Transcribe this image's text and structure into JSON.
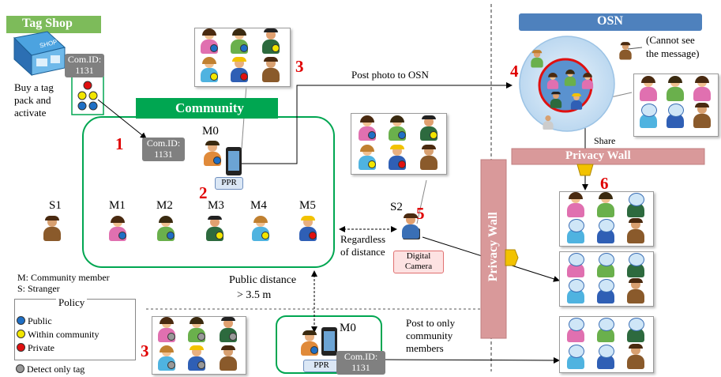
{
  "tag_shop": {
    "title": "Tag Shop",
    "sign_text": "SHOP",
    "com_id_label": "Com.ID:",
    "com_id_value": "1131",
    "caption_lines": [
      "Buy a tag",
      "pack and",
      "activate"
    ]
  },
  "community": {
    "title": "Community",
    "com_id_label": "Com.ID:",
    "com_id_value": "1131",
    "owner": "M0",
    "device_label": "PPR",
    "members": [
      "M1",
      "M2",
      "M3",
      "M4",
      "M5"
    ],
    "stranger": "S1"
  },
  "steps": [
    "1",
    "2",
    "3",
    "4",
    "5",
    "6"
  ],
  "osn": {
    "title": "OSN",
    "cannot_see_lines": [
      "(Cannot see",
      "the message)"
    ],
    "share_label": "Share",
    "privacy_wall_label": "Privacy Wall"
  },
  "arrows": {
    "post_photo": "Post photo to OSN",
    "regardless_lines": [
      "Regardless",
      "of distance"
    ],
    "public_distance_lines": [
      "Public distance",
      "> 3.5 m"
    ],
    "post_only_lines": [
      "Post to only",
      "community",
      "members"
    ]
  },
  "stranger_camera": {
    "label": "S2",
    "device_lines": [
      "Digital",
      "Camera"
    ]
  },
  "vertical_wall": "Privacy Wall",
  "legend": {
    "m_line": "M:  Community member",
    "s_line": "S:  Stranger",
    "policy_title": "Policy",
    "items": [
      {
        "label": "Public",
        "color": "#1f6fc5"
      },
      {
        "label": "Within community",
        "color": "#f2e600"
      },
      {
        "label": "Private",
        "color": "#e01010"
      }
    ],
    "detect_only": {
      "label": "Detect only tag",
      "color": "#999999"
    }
  },
  "bottom_group": {
    "owner": "M0",
    "device_label": "PPR",
    "com_id_label": "Com.ID:",
    "com_id_value": "1131"
  },
  "colors": {
    "community_green": "#00a651",
    "osn_blue": "#4e81bd",
    "wall_pink": "#d9999a",
    "red_label": "#e00000"
  }
}
